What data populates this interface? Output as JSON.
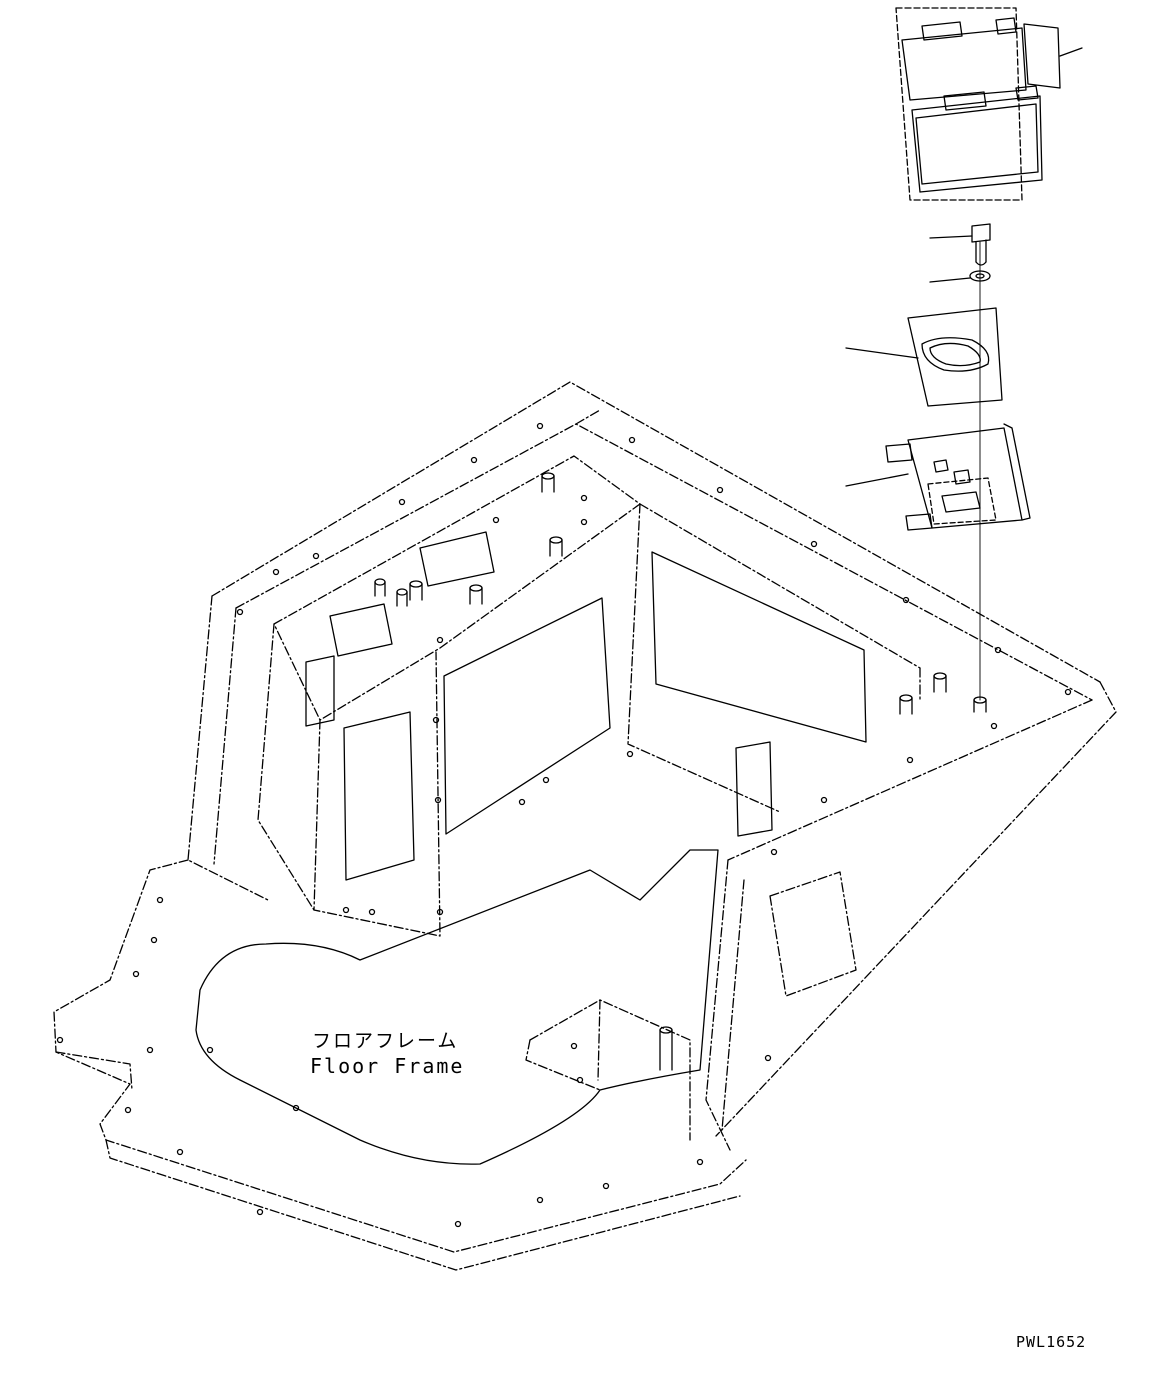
{
  "drawing": {
    "label_ja": "フロアフレーム",
    "label_en": "Floor Frame",
    "code": "PWL1652"
  },
  "icons": {
    "battery": "battery-icon",
    "bolt": "bolt-icon",
    "washer": "washer-icon",
    "pad": "rubber-pad-icon",
    "bracket": "battery-bracket-icon",
    "frame": "floor-frame-icon"
  },
  "colors": {
    "line": "#000000",
    "background": "#ffffff"
  }
}
